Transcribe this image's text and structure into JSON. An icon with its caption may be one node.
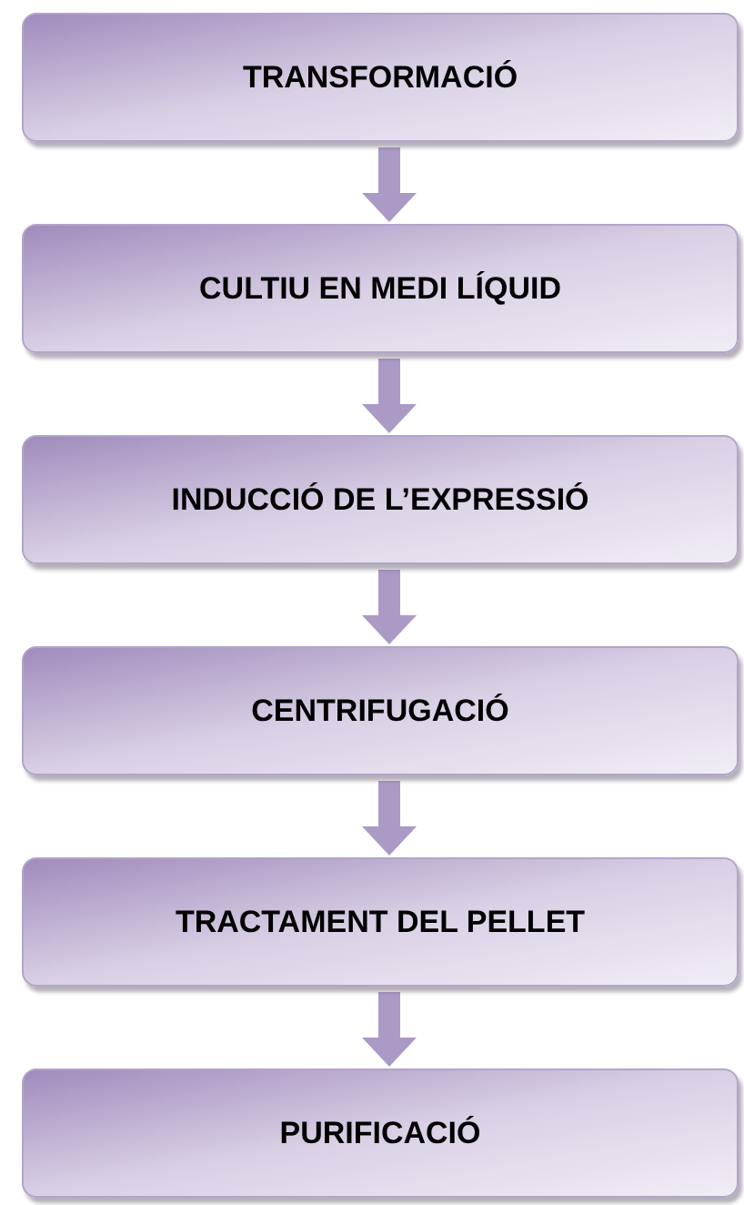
{
  "diagram": {
    "nodes": [
      {
        "text": [
          "TRANSFORMACIÓ"
        ]
      },
      {
        "text": [
          "CULTIU EN MEDI LÍQUID"
        ]
      },
      {
        "text": [
          "INDUCCIÓ DE L’EXPRESSIÓ"
        ]
      },
      {
        "text": [
          "CENTRIFUGACIÓ"
        ]
      },
      {
        "text": [
          "TRACTAMENT DEL PELLET"
        ]
      },
      {
        "text": [
          "PURIFICACIÓ"
        ]
      }
    ],
    "edges": [
      {
        "from": 0,
        "to": 1,
        "arrow": "to"
      },
      {
        "from": 1,
        "to": 2,
        "arrow": "to"
      },
      {
        "from": 2,
        "to": 3,
        "arrow": "to"
      },
      {
        "from": 3,
        "to": 4,
        "arrow": "to"
      },
      {
        "from": 4,
        "to": 5,
        "arrow": "to"
      }
    ]
  }
}
